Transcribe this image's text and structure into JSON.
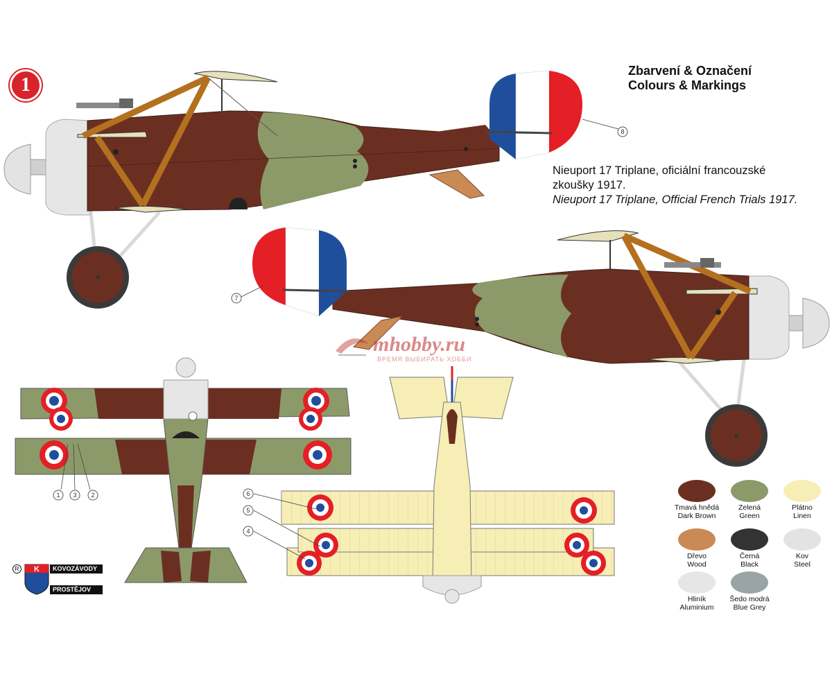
{
  "profile_number": "1",
  "heading": {
    "line1": "Zbarvení & Označení",
    "line2": "Colours & Markings"
  },
  "subtitle": {
    "cz_line1": "Nieuport 17 Triplane, oficiální  francouzské",
    "cz_line2": "zkoušky 1917.",
    "en": "Nieuport 17 Triplane, Official French Trials 1917."
  },
  "callouts": {
    "c1": "1",
    "c2": "2",
    "c3": "3",
    "c4": "4",
    "c5": "5",
    "c6": "6",
    "c7": "7",
    "c8": "8"
  },
  "watermark": {
    "name": "mhobby.ru",
    "slogan": "ВРЕМЯ ВЫБИРАТЬ ХОББИ"
  },
  "colors": {
    "dark_brown": "#6b2f22",
    "green": "#8c9a6a",
    "linen": "#f6eeb4",
    "wood": "#c98a55",
    "black": "#333333",
    "steel": "#e3e3e3",
    "aluminium": "#e6e6e6",
    "blue_grey": "#9aa3a6",
    "roundel_blue": "#1f4f9c",
    "roundel_red": "#e41f26",
    "flag_white": "#ffffff"
  },
  "legend": [
    {
      "cz": "Tmavá hnědá",
      "en": "Dark Brown",
      "color": "#6b2f22"
    },
    {
      "cz": "Zelená",
      "en": "Green",
      "color": "#8c9a6a"
    },
    {
      "cz": "Plátno",
      "en": "Linen",
      "color": "#f6eeb4"
    },
    {
      "cz": "Dřevo",
      "en": "Wood",
      "color": "#c98a55"
    },
    {
      "cz": "Černá",
      "en": "Black",
      "color": "#333333"
    },
    {
      "cz": "Kov",
      "en": "Steel",
      "color": "#e3e3e3"
    },
    {
      "cz": "Hliník",
      "en": "Aluminium",
      "color": "#e6e6e6"
    },
    {
      "cz": "Šedo modrá",
      "en": "Blue Grey",
      "color": "#9aa3a6"
    }
  ],
  "logo": {
    "top": "KOVOZÁVODY",
    "bottom": "PROSTĚJOV",
    "registered": "R",
    "letter": "K"
  }
}
